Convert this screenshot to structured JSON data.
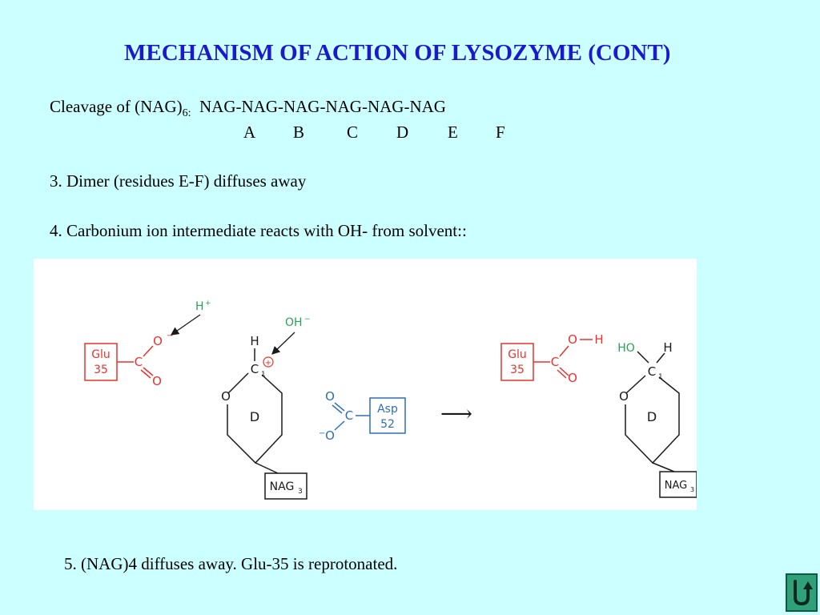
{
  "title": "MECHANISM OF ACTION OF LYSOZYME (CONT)",
  "cleavage": {
    "prefix": "Cleavage of (NAG)",
    "subscript": "6:",
    "chain": "NAG-NAG-NAG-NAG-NAG-NAG",
    "residues": [
      "A",
      "B",
      "C",
      "D",
      "E",
      "F"
    ]
  },
  "steps": [
    "3.  Dimer (residues E-F) diffuses away",
    "4.  Carbonium ion intermediate reacts with OH- from solvent::",
    "5.  (NAG)4 diffuses away.  Glu-35 is reprotonated."
  ],
  "figure": {
    "glu_label": [
      "Glu",
      "35"
    ],
    "asp_label": [
      "Asp",
      "52"
    ],
    "h_plus": "H",
    "oh_minus": "OH",
    "ring_label": "D",
    "nag_label": "NAG",
    "nag_sub": "3",
    "atom_o": "O",
    "atom_c": "C",
    "atom_h": "H",
    "c1_sub": "1",
    "ho_label": "HO",
    "arrow": "⟶",
    "plus": "+",
    "minus": "−",
    "colors": {
      "acid": "#e8322e",
      "nucleophile": "#2aa15a",
      "base": "#2e6fb8",
      "ink": "#1a1a1a"
    }
  },
  "home_icon": "home-u-arrow-icon"
}
